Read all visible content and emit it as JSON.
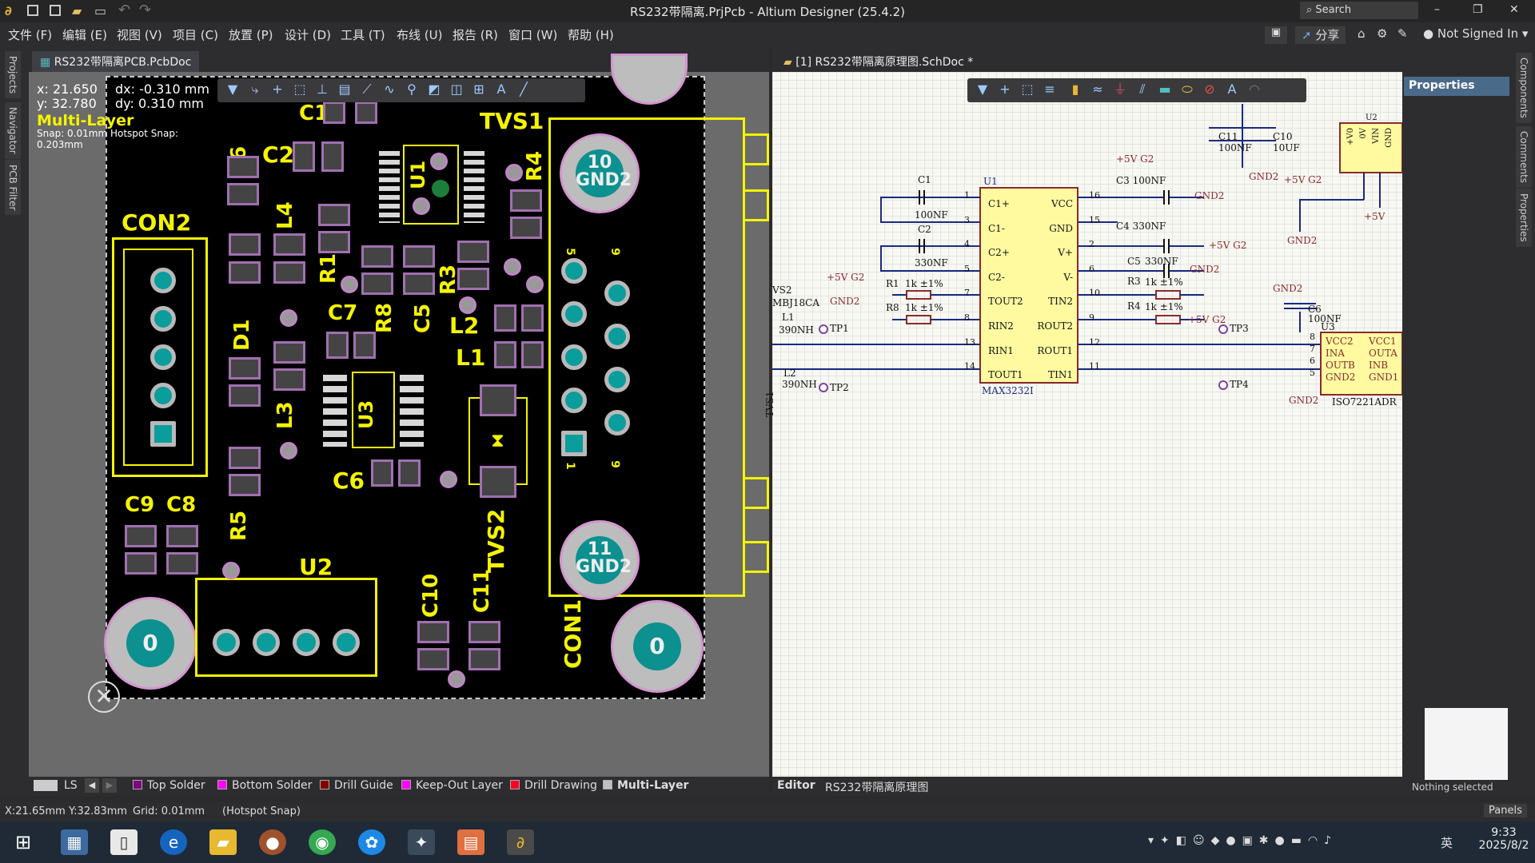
{
  "title": "RS232带隔离.PrjPcb - Altium Designer (25.4.2)",
  "search": {
    "label": "Search"
  },
  "window_controls": {
    "minimize": "–",
    "restore": "❐",
    "close": "✕"
  },
  "menu": [
    "文件 (F)",
    "编辑 (E)",
    "视图 (V)",
    "项目 (C)",
    "放置 (P)",
    "设计 (D)",
    "工具 (T)",
    "布线 (U)",
    "报告 (R)",
    "窗口 (W)",
    "帮助 (H)"
  ],
  "share": {
    "label": "分享"
  },
  "account": {
    "label": "Not Signed In"
  },
  "left_rail": [
    "Projects",
    "Navigator",
    "PCB Filter"
  ],
  "right_rail": [
    "Components",
    "Comments",
    "Properties"
  ],
  "pcb_tab": {
    "label": "RS232带隔离PCB.PcbDoc"
  },
  "sch_tab": {
    "label": "[1] RS232带隔离原理图.SchDoc *"
  },
  "hud": {
    "x": "x: 21.650",
    "dx": "dx: -0.310 mm",
    "y": "y: 32.780",
    "dy": "dy: 0.310 mm",
    "layer": "Multi-Layer",
    "snap": "Snap: 0.01mm Hotspot Snap: 0.203mm"
  },
  "pcb_labels": {
    "c1": "C1",
    "tvs1": "TVS1",
    "r6": "R6",
    "c2": "C2",
    "u1": "U1",
    "r4": "R4",
    "con2": "CON2",
    "l4": "L4",
    "r1": "R1",
    "r3": "R3",
    "c7": "C7",
    "r8": "R8",
    "c5": "C5",
    "l2": "L2",
    "d1": "D1",
    "l1": "L1",
    "u3": "U3",
    "l3": "L3",
    "c6": "C6",
    "tvs2": "TVS2",
    "c9": "C9",
    "c8": "C8",
    "r5": "R5",
    "u2": "U2",
    "c10": "C10",
    "c11": "C11",
    "con1": "CON1",
    "db_5": "5",
    "db_9a": "9",
    "db_1": "1",
    "db_9b": "9",
    "hole_10": "10",
    "hole_10_net": "GND2",
    "hole_11": "11",
    "hole_11_net": "GND2",
    "hole_0a": "0",
    "hole_0b": "0"
  },
  "schematic": {
    "u1_ref": "U1",
    "u1_part": "MAX3232I",
    "u1_left_pins": [
      "C1+",
      "C1-",
      "C2+",
      "C2-",
      "TOUT2",
      "RIN2",
      "RIN1",
      "TOUT1"
    ],
    "u1_left_nums": [
      "1",
      "3",
      "4",
      "5",
      "7",
      "8",
      "13",
      "14"
    ],
    "u1_right_pins": [
      "VCC",
      "GND",
      "V+",
      "V-",
      "TIN2",
      "ROUT2",
      "ROUT1",
      "TIN1"
    ],
    "u1_right_nums": [
      "16",
      "15",
      "2",
      "6",
      "10",
      "9",
      "12",
      "11"
    ],
    "c1": "C1",
    "c1v": "100NF",
    "c2": "C2",
    "c2v": "330NF",
    "c3": "C3 100NF",
    "c4": "C4 330NF",
    "c5": "C5",
    "c5v": "330NF",
    "r1": "R1",
    "r1v": "1k ±1%",
    "r8": "R8",
    "r8v": "1k ±1%",
    "r3": "R3",
    "r3v": "1k ±1%",
    "r4": "R4",
    "r4v": "1k ±1%",
    "gnd2": "GND2",
    "p5v": "+5V G2",
    "p5v_plain": "+5V",
    "c11": "C11",
    "c11v": "100NF",
    "c10": "C10",
    "c10v": "10UF",
    "c6": "C6",
    "c6v": "100NF",
    "tvs2": "VS2",
    "tvs2_part": "MBJ18CA",
    "tvs1": "TVS1",
    "l1": "L1",
    "l1v": "390NH",
    "l2": "L2",
    "l2v": "390NH",
    "tp1": "TP1",
    "tp2": "TP2",
    "tp3": "TP3",
    "tp4": "TP4",
    "u2": "U2",
    "u2_pins": [
      "+V0",
      "0V",
      "VIN",
      "GND"
    ],
    "u3": "U3",
    "u3_part": "ISO7221ADR",
    "u3_left": [
      "VCC2",
      "INA",
      "OUTB",
      "GND2"
    ],
    "u3_right": [
      "VCC1",
      "OUTA",
      "INB",
      "GND1"
    ],
    "u3_nums": [
      "8",
      "7",
      "6",
      "5"
    ]
  },
  "properties": {
    "title": "Properties",
    "empty": "Nothing selected"
  },
  "layers": {
    "ls": "LS",
    "items": [
      {
        "name": "Top Solder",
        "color": "#800080"
      },
      {
        "name": "Bottom Solder",
        "color": "#ff00ff"
      },
      {
        "name": "Drill Guide",
        "color": "#800000"
      },
      {
        "name": "Keep-Out Layer",
        "color": "#ff00ff"
      },
      {
        "name": "Drill Drawing",
        "color": "#ff002a"
      },
      {
        "name": "Multi-Layer",
        "color": "#c0c0c0"
      }
    ]
  },
  "sch_bottom": {
    "editor": "Editor",
    "doc": "RS232带隔离原理图"
  },
  "status": {
    "coords": "X:21.65mm Y:32.83mm",
    "grid": "Grid: 0.01mm",
    "snap": "(Hotspot Snap)",
    "panels": "Panels"
  },
  "clock": {
    "time": "9:33",
    "date": "2025/8/2"
  },
  "ime": "英"
}
